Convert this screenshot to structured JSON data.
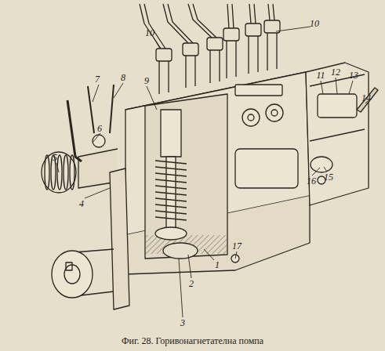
{
  "diagram": {
    "caption": "Фиг. 28. Горивонагнетателна помпа",
    "labels": [
      "10",
      "10",
      "7",
      "8",
      "9",
      "6",
      "5",
      "4",
      "11",
      "12",
      "13",
      "14",
      "15",
      "16",
      "17",
      "1",
      "2",
      "3"
    ]
  }
}
